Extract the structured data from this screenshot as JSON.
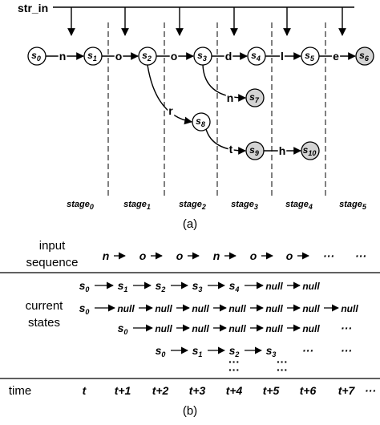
{
  "diagram_a": {
    "input_label": "str_in",
    "caption": "(a)",
    "states": [
      {
        "id": "s0",
        "label": "s",
        "sub": "0",
        "accept": false
      },
      {
        "id": "s1",
        "label": "s",
        "sub": "1",
        "accept": false
      },
      {
        "id": "s2",
        "label": "s",
        "sub": "2",
        "accept": false
      },
      {
        "id": "s3",
        "label": "s",
        "sub": "3",
        "accept": false
      },
      {
        "id": "s4",
        "label": "s",
        "sub": "4",
        "accept": false
      },
      {
        "id": "s5",
        "label": "s",
        "sub": "5",
        "accept": false
      },
      {
        "id": "s6",
        "label": "s",
        "sub": "6",
        "accept": true
      },
      {
        "id": "s7",
        "label": "s",
        "sub": "7",
        "accept": true
      },
      {
        "id": "s8",
        "label": "s",
        "sub": "8",
        "accept": false
      },
      {
        "id": "s9",
        "label": "s",
        "sub": "9",
        "accept": true
      },
      {
        "id": "s10",
        "label": "s",
        "sub": "10",
        "accept": true
      }
    ],
    "edges": [
      {
        "from": "s0",
        "to": "s1",
        "label": "n"
      },
      {
        "from": "s1",
        "to": "s2",
        "label": "o"
      },
      {
        "from": "s2",
        "to": "s3",
        "label": "o"
      },
      {
        "from": "s3",
        "to": "s4",
        "label": "d"
      },
      {
        "from": "s4",
        "to": "s5",
        "label": "l"
      },
      {
        "from": "s5",
        "to": "s6",
        "label": "e"
      },
      {
        "from": "s3",
        "to": "s7",
        "label": "n"
      },
      {
        "from": "s2",
        "to": "s8",
        "label": "r"
      },
      {
        "from": "s8",
        "to": "s9",
        "label": "t"
      },
      {
        "from": "s9",
        "to": "s10",
        "label": "h"
      }
    ],
    "stages": [
      {
        "label": "stage",
        "sub": "0"
      },
      {
        "label": "stage",
        "sub": "1"
      },
      {
        "label": "stage",
        "sub": "2"
      },
      {
        "label": "stage",
        "sub": "3"
      },
      {
        "label": "stage",
        "sub": "4"
      },
      {
        "label": "stage",
        "sub": "5"
      }
    ]
  },
  "table_b": {
    "caption": "(b)",
    "input_header": [
      "input",
      "sequence"
    ],
    "input_sequence": [
      "n",
      "o",
      "o",
      "n",
      "o",
      "o",
      "···",
      "···"
    ],
    "current_states_header": [
      "current",
      "states"
    ],
    "rows": [
      [
        "s0",
        "s1",
        "s2",
        "s3",
        "s4",
        "null",
        "null"
      ],
      [
        "s0",
        "null",
        "null",
        "null",
        "null",
        "null",
        "null",
        "null"
      ],
      [
        "s0",
        "null",
        "null",
        "null",
        "null",
        "null",
        "···"
      ],
      [
        "s0",
        "s1",
        "s2",
        "s3",
        "···",
        "···"
      ]
    ],
    "ellipsis_vertical": "···",
    "time_header": "time",
    "time_labels": [
      "t",
      "t+1",
      "t+2",
      "t+3",
      "t+4",
      "t+5",
      "t+6",
      "t+7",
      "···"
    ]
  }
}
